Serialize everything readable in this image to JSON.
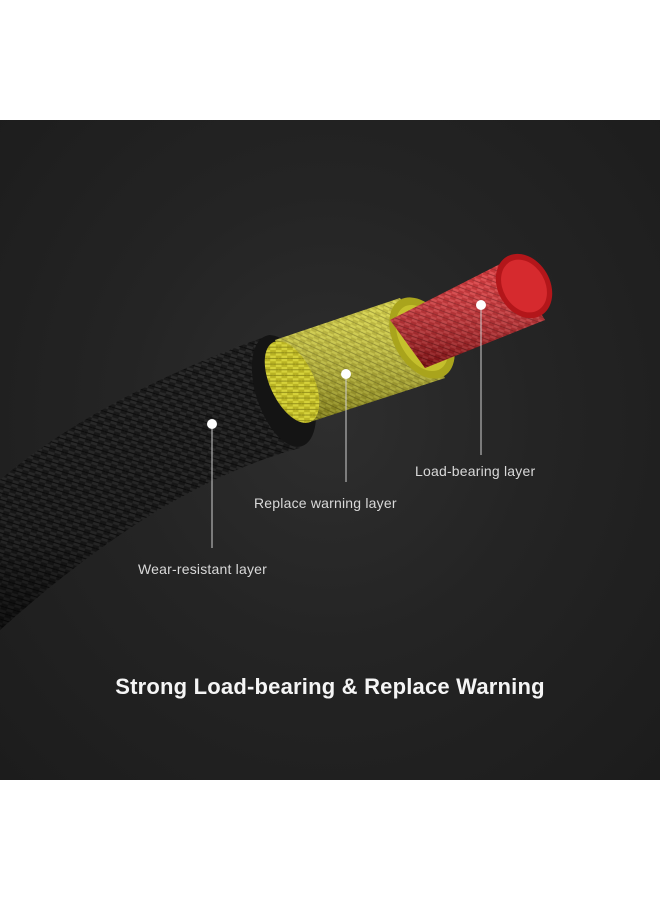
{
  "image": {
    "headline": "Strong Load-bearing & Replace Warning",
    "callouts": {
      "load_bearing": "Load-bearing layer",
      "replace_warning": "Replace warning layer",
      "wear_resistant": "Wear-resistant layer"
    },
    "colors": {
      "background": "#232323",
      "outer_layer": "#1b1b1b",
      "middle_layer": "#c9c428",
      "core_layer": "#d42a2a"
    }
  }
}
